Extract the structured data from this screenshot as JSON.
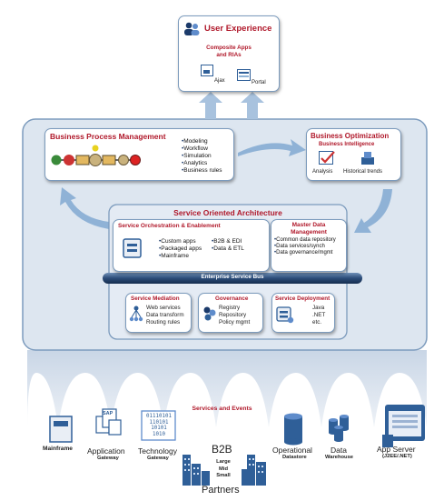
{
  "user_experience": {
    "title": "User Experience",
    "subtitle_line1": "Composite Apps",
    "subtitle_line2": "and RIAs",
    "ajax": "Ajax",
    "portal": "Portal"
  },
  "bpm": {
    "title": "Business Process Management",
    "items": [
      "Modeling",
      "Workflow",
      "Simulation",
      "Analytics",
      "Business rules"
    ]
  },
  "optimization": {
    "title": "Business Optimization",
    "subtitle": "Business Intelligence",
    "analysis": "Analysis",
    "trends": "Historical trends"
  },
  "soa": {
    "title": "Service Oriented Architecture",
    "orchestration": {
      "title": "Service Orchestration & Enablement",
      "col1": [
        "Custom apps",
        "Packaged apps",
        "Mainframe"
      ],
      "col2": [
        "B2B & EDI",
        "Data & ETL"
      ]
    },
    "mdm": {
      "title_line1": "Master Data",
      "title_line2": "Management",
      "items": [
        "Common data repository",
        "Data services/synch",
        "Data governance/mgmt"
      ]
    },
    "esb": "Enterprise Service Bus",
    "mediation": {
      "title": "Service Mediation",
      "items": [
        "Web services",
        "Data transform",
        "Routing rules"
      ]
    },
    "governance": {
      "title": "Governance",
      "items": [
        "Registry",
        "Repository",
        "Policy mgmt"
      ]
    },
    "deployment": {
      "title": "Service Deployment",
      "items": [
        "Java",
        ".NET",
        "etc."
      ]
    }
  },
  "services_events": "Services and Events",
  "bottom": {
    "mainframe": "Mainframe",
    "sap": "SAP",
    "application": "Application",
    "application_sub": "Gateway",
    "tech_bits": [
      "01110101",
      "110101",
      "10101",
      "1010"
    ],
    "technology": "Technology",
    "technology_sub": "Gateway",
    "b2b": "B2B",
    "b2b_sizes": [
      "Large",
      "Mid",
      "Small"
    ],
    "partners": "Partners",
    "operational": "Operational",
    "operational_sub": "Datastore",
    "data": "Data",
    "data_sub": "Warehouse",
    "appserver": "App Server",
    "appserver_sub": "(J2EE/.NET)"
  },
  "colors": {
    "title_red": "#b0182a",
    "frame_blue": "#7c9bbd",
    "arrow_blue": "#8fb2d6",
    "fill_blue": "#dde6f0",
    "esb_dark": "#22406a"
  }
}
